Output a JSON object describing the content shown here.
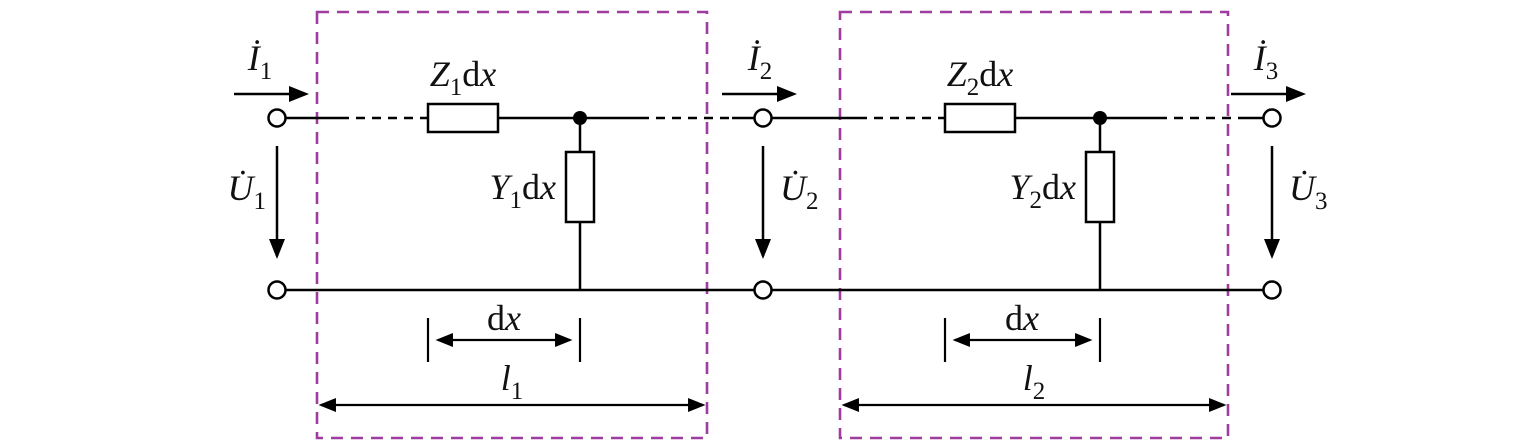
{
  "colors": {
    "wire": "#000000",
    "section_box": "#A03BA0",
    "background": "#ffffff"
  },
  "labels": {
    "i1": {
      "main": "İ",
      "sub": "1"
    },
    "i2": {
      "main": "İ",
      "sub": "2"
    },
    "i3": {
      "main": "İ",
      "sub": "3"
    },
    "u1": {
      "main": "U̇",
      "sub": "1"
    },
    "u2": {
      "main": "U̇",
      "sub": "2"
    },
    "u3": {
      "main": "U̇",
      "sub": "3"
    },
    "z1": {
      "var": "Z",
      "sub": "1",
      "op": "d",
      "arg": "x"
    },
    "z2": {
      "var": "Z",
      "sub": "2",
      "op": "d",
      "arg": "x"
    },
    "y1": {
      "var": "Y",
      "sub": "1",
      "op": "d",
      "arg": "x"
    },
    "y2": {
      "var": "Y",
      "sub": "2",
      "op": "d",
      "arg": "x"
    },
    "dx": {
      "op": "d",
      "arg": "x"
    },
    "l1": {
      "var": "l",
      "sub": "1"
    },
    "l2": {
      "var": "l",
      "sub": "2"
    }
  }
}
